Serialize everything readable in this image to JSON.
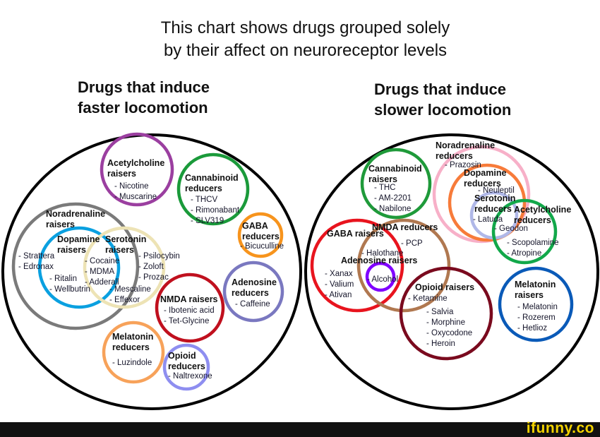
{
  "title": [
    "This chart shows drugs grouped solely",
    "by their affect on neuroreceptor levels"
  ],
  "left": {
    "heading": [
      "Drugs that induce",
      "faster locomotion"
    ],
    "groups": [
      {
        "heading": [
          "Acetylcholine",
          "raisers"
        ],
        "items": [
          "- Nicotine",
          "- Muscarine"
        ],
        "color": "#9b3fa0"
      },
      {
        "heading": [
          "Cannabinoid",
          "reducers"
        ],
        "items": [
          "- THCV",
          "- Rimonabant",
          "- SLV319"
        ],
        "color": "#1a9a3a"
      },
      {
        "heading": [
          "GABA",
          "reducers"
        ],
        "items": [
          "- Bicuculline"
        ],
        "color": "#f7941d"
      },
      {
        "heading": [
          "Noradrenaline",
          "raisers"
        ],
        "items": [
          "- Strattera",
          "- Edronax"
        ],
        "color": "#7a7a7a"
      },
      {
        "heading": [
          "Dopamine",
          "raisers"
        ],
        "items": [
          "- Ritalin",
          "- Wellbutrin"
        ],
        "color": "#0aa0e0"
      },
      {
        "heading": [
          "Serotonin",
          "raisers"
        ],
        "items": [
          "- Psilocybin",
          "- Zoloft",
          "- Prozac"
        ],
        "color": "#ede3b5"
      },
      {
        "heading": [
          "NMDA raisers"
        ],
        "items": [
          "- Ibotenic acid",
          "- Tet-Glycine"
        ],
        "color": "#c0101e"
      },
      {
        "heading": [
          "Adenosine",
          "reducers"
        ],
        "items": [
          "- Caffeine"
        ],
        "color": "#7a78c0"
      },
      {
        "heading": [
          "Melatonin",
          "reducers"
        ],
        "items": [
          "- Luzindole"
        ],
        "color": "#f7a25a"
      },
      {
        "heading": [
          "Opioid",
          "reducers"
        ],
        "items": [
          "- Naltrexone"
        ],
        "color": "#8e8ef0"
      }
    ],
    "overlaps": [
      {
        "items": [
          "- Cocaine",
          "- MDMA",
          "- Adderall"
        ]
      },
      {
        "items": [
          "- Mescaline",
          "- Effexor"
        ]
      }
    ]
  },
  "right": {
    "heading": [
      "Drugs that induce",
      "slower locomotion"
    ],
    "groups": [
      {
        "heading": [
          "Cannabinoid",
          "raisers"
        ],
        "items": [
          "- THC",
          "- AM-2201",
          "- Nabilone"
        ],
        "color": "#1f9a3a"
      },
      {
        "heading": [
          "Noradrenaline",
          "reducers"
        ],
        "items": [
          "- Prazosin"
        ],
        "color": "#f7b0c8"
      },
      {
        "heading": [
          "Dopamine",
          "reducers"
        ],
        "items": [
          "- Neuleptil"
        ],
        "color": "#f77b3a"
      },
      {
        "heading": [
          "Serotonin",
          "reducers"
        ],
        "items": [
          "- Latuda"
        ],
        "color": "#b0b8e8"
      },
      {
        "heading": [
          "Acetylcholine",
          "reducers"
        ],
        "items": [
          "- Scopolamine",
          "- Atropine"
        ],
        "color": "#12a84a"
      },
      {
        "heading": [
          "GABA raisers"
        ],
        "items": [
          "- Xanax",
          "- Valium",
          "- Ativan"
        ],
        "color": "#e8141e"
      },
      {
        "heading": [
          "NMDA reducers"
        ],
        "items": [
          "- PCP"
        ],
        "color": "#b07850"
      },
      {
        "heading": [
          "Adenosine raisers"
        ],
        "items": [
          "- Alcohol"
        ],
        "color": "#8000ff"
      },
      {
        "heading": [
          "Opioid raisers"
        ],
        "items": [
          "- Salvia",
          "- Morphine",
          "- Oxycodone",
          "- Heroin"
        ],
        "color": "#7a0a1e"
      },
      {
        "heading": [
          "Melatonin",
          "raisers"
        ],
        "items": [
          "- Melatonin",
          "- Rozerem",
          "- Hetlioz"
        ],
        "color": "#0a5ab8"
      }
    ],
    "overlaps": [
      {
        "items": [
          "- Geodon"
        ]
      },
      {
        "items": [
          "- Halothane"
        ]
      },
      {
        "items": [
          "- Ketamine"
        ]
      }
    ]
  },
  "footer": {
    "logo": "ifunny.co"
  }
}
